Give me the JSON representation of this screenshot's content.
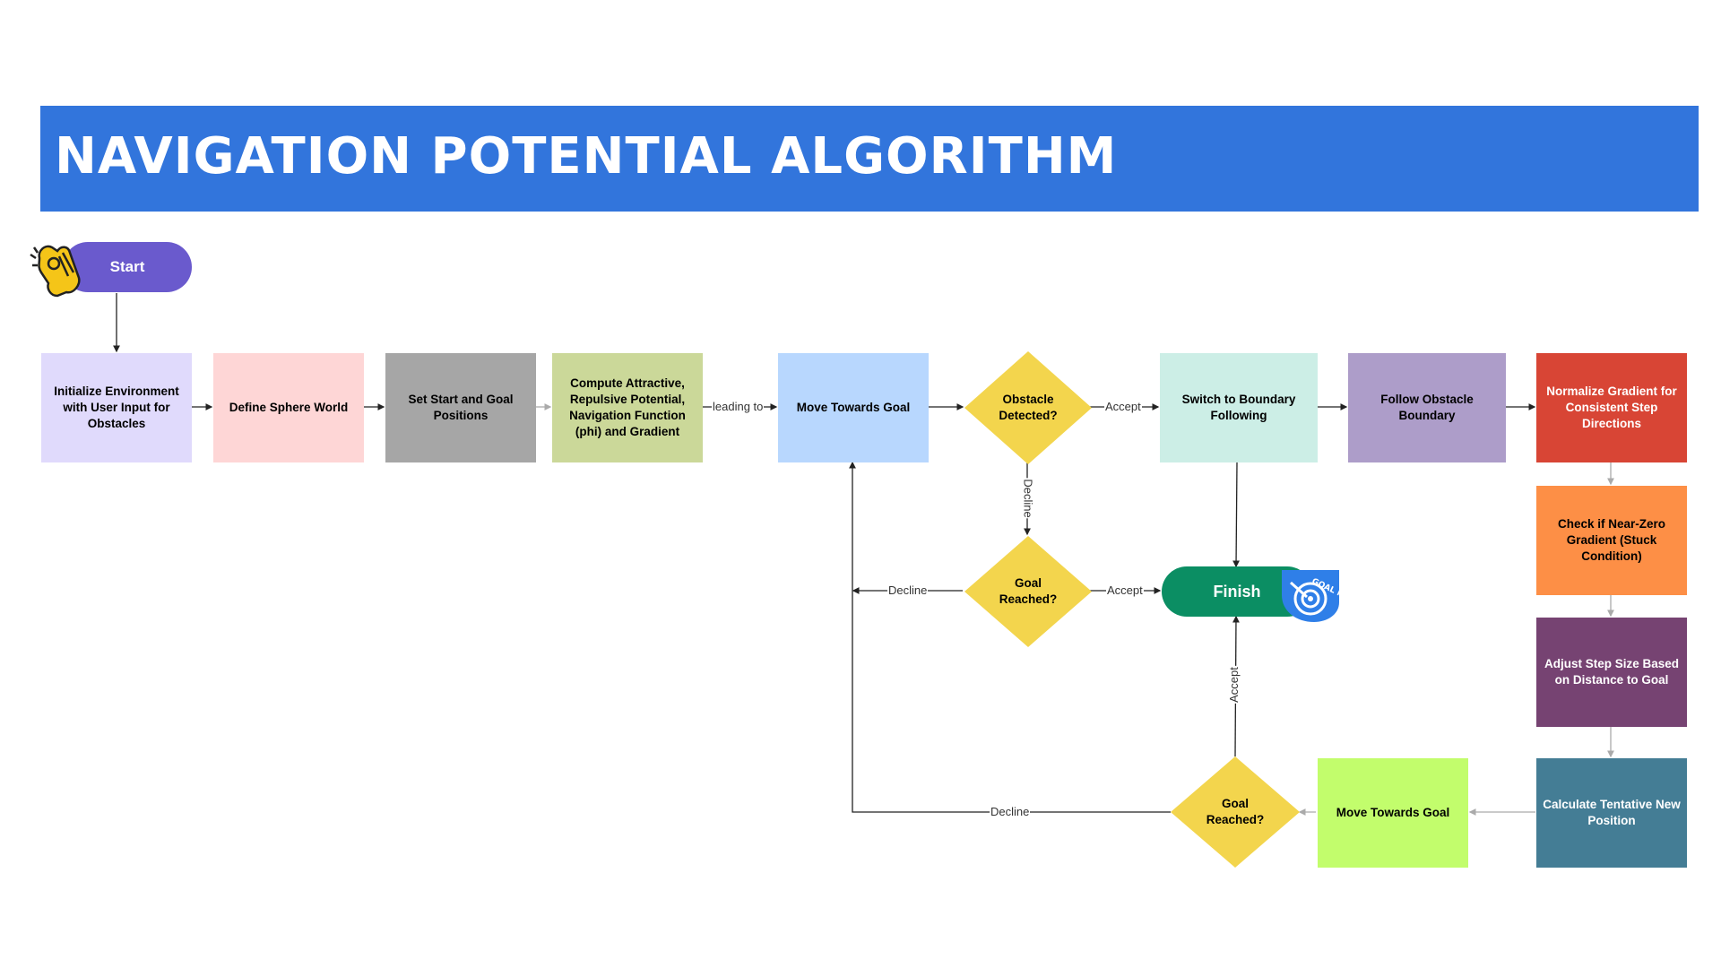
{
  "title": "NAVIGATION POTENTIAL ALGORITHM",
  "colors": {
    "banner": "#3275dc",
    "start": "#6a5acd",
    "finish": "#0b8e63",
    "diamond": "#f3d54d"
  },
  "terminals": {
    "start": "Start",
    "finish": "Finish",
    "goal_badge": "GOAL MET!"
  },
  "nodes": {
    "init_env": "Initialize Environment with User Input for Obstacles",
    "define_sphere": "Define Sphere World",
    "set_start_goal": "Set Start and Goal Positions",
    "compute_potential": "Compute Attractive, Repulsive Potential, Navigation Function (phi) and Gradient",
    "move_goal_1": "Move Towards Goal",
    "switch_boundary": "Switch to Boundary Following",
    "follow_boundary": "Follow Obstacle Boundary",
    "normalize_gradient": "Normalize Gradient for Consistent Step Directions",
    "check_zero": "Check if Near-Zero Gradient (Stuck Condition)",
    "adjust_step": "Adjust Step Size Based on Distance to Goal",
    "calc_position": "Calculate Tentative New Position",
    "move_goal_2": "Move Towards Goal"
  },
  "decisions": {
    "obstacle": "Obstacle Detected?",
    "goal_1": "Goal Reached?",
    "goal_2": "Goal Reached?"
  },
  "edge_labels": {
    "leading_to": "leading to",
    "accept_obstacle": "Accept",
    "decline_obstacle": "Decline",
    "accept_goal_1": "Accept",
    "decline_goal_1": "Decline",
    "accept_goal_2": "Accept",
    "decline_goal_2": "Decline"
  },
  "icons": {
    "start_icon": "waving-hand-icon",
    "finish_icon": "target-badge-icon"
  }
}
